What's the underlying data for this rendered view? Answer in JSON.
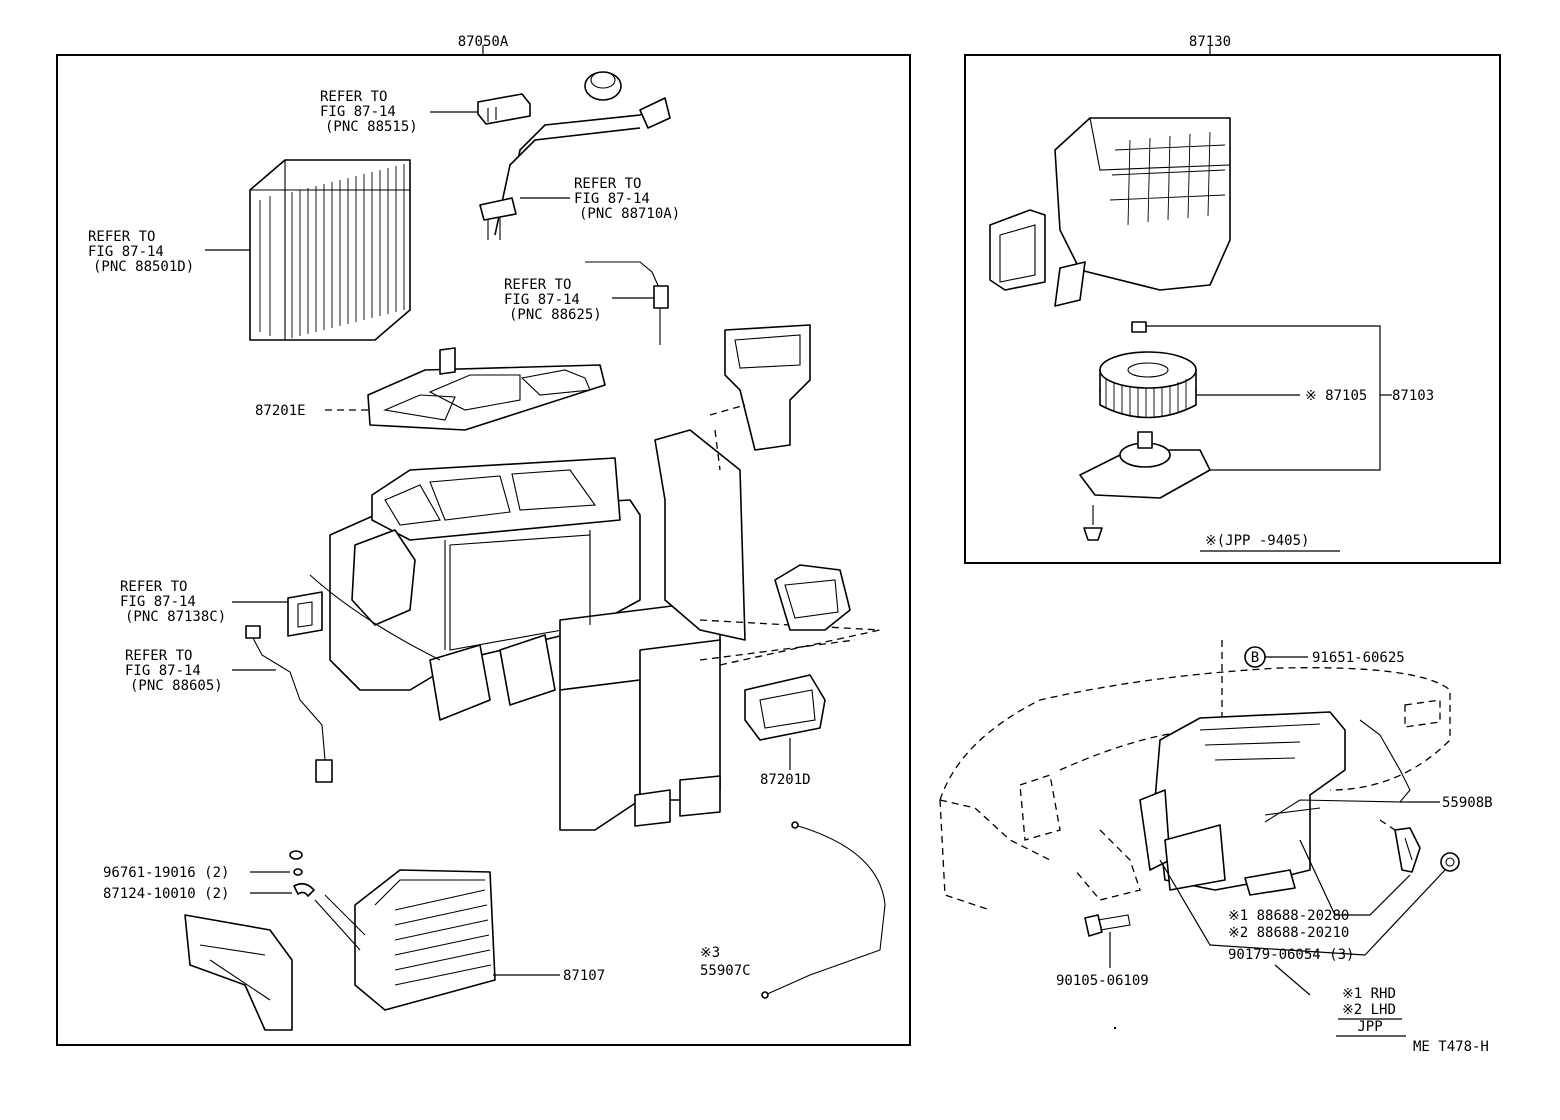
{
  "assembly_left": {
    "code": "87050A"
  },
  "assembly_right": {
    "code": "87130"
  },
  "refs": {
    "evaporator": {
      "line1": "REFER TO",
      "line2": "FIG 87-14",
      "line3": "(PNC 88501D)"
    },
    "thermistor_top": {
      "line1": "REFER TO",
      "line2": "FIG 87-14",
      "line3": "(PNC 88515)"
    },
    "expansion_valve": {
      "line1": "REFER TO",
      "line2": "FIG 87-14",
      "line3": "(PNC 88710A)"
    },
    "sensor": {
      "line1": "REFER TO",
      "line2": "FIG 87-14",
      "line3": "(PNC 88625)"
    },
    "resistor": {
      "line1": "REFER TO",
      "line2": "FIG 87-14",
      "line3": "(PNC 87138C)"
    },
    "harness": {
      "line1": "REFER TO",
      "line2": "FIG 87-14",
      "line3": "(PNC 88605)"
    }
  },
  "parts": {
    "p87201E": "87201E",
    "p87201D": "87201D",
    "p87107": "87107",
    "p96761": "96761-19016 (2)",
    "p87124": "87124-10010 (2)",
    "p55907C_mark": "※3",
    "p55907C": "55907C",
    "p87105": "※ 87105",
    "p87103": "87103",
    "jpp_note": "※(JPP -9405)",
    "p91651_mark": "B",
    "p91651": "91651-60625",
    "p55908B": "55908B",
    "p88688_1": "※1  88688-20280",
    "p88688_2": "※2  88688-20210",
    "p90179": "90179-06054 (3)",
    "p90105": "90105-06109"
  },
  "legend": {
    "rhd": "※1  RHD",
    "lhd": "※2  LHD",
    "jpp": "JPP"
  },
  "figure_code": "ME T478-H"
}
